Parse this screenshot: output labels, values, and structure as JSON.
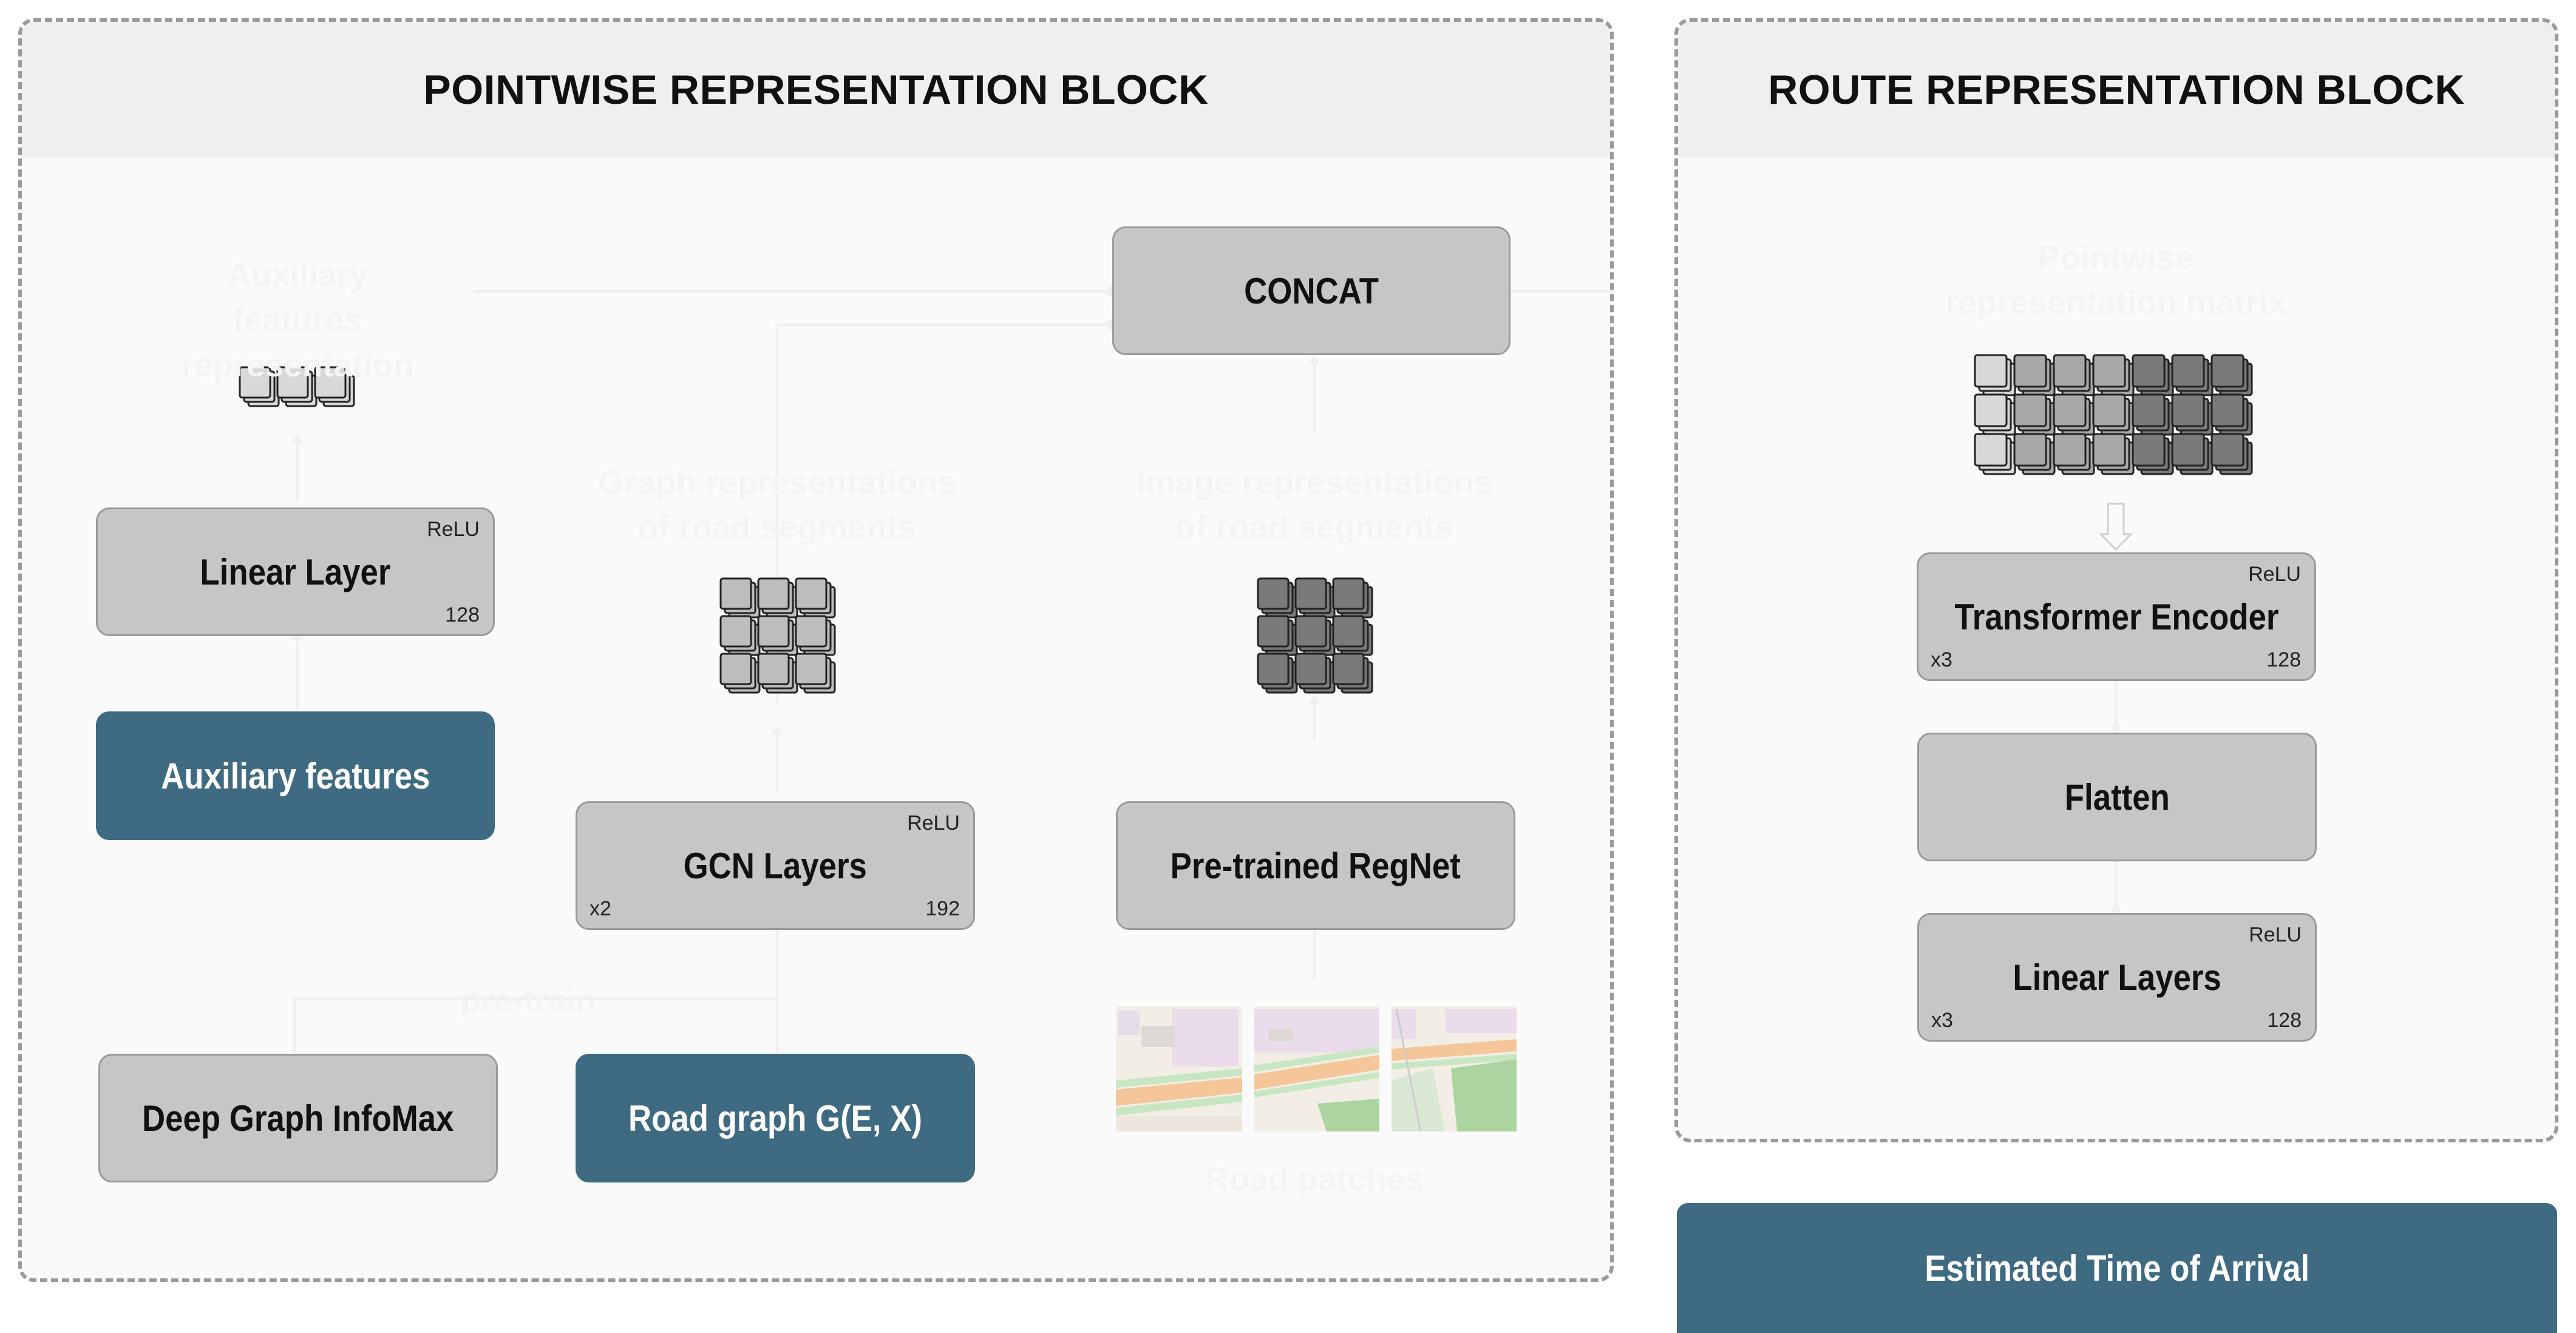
{
  "pointwise_block": {
    "title": "POINTWISE REPRESENTATION BLOCK",
    "aux_repr_label": "Auxiliary features representation",
    "graph_repr_label": "Graph representations of road segments",
    "image_repr_label": "Image representations of road segments",
    "pretrain_label": "pre-train",
    "road_patches_label": "Road patches",
    "concat": "CONCAT",
    "linear_layer": {
      "label": "Linear Layer",
      "activation": "ReLU",
      "units": "128"
    },
    "auxiliary_features": "Auxiliary features",
    "gcn_layers": {
      "label": "GCN Layers",
      "activation": "ReLU",
      "repeat": "x2",
      "units": "192"
    },
    "regnet": "Pre-trained RegNet",
    "dgi": "Deep Graph InfoMax",
    "road_graph": "Road graph G(E, X)"
  },
  "route_block": {
    "title": "ROUTE REPRESENTATION BLOCK",
    "matrix_label": "Pointwise representation matrix",
    "transformer": {
      "label": "Transformer Encoder",
      "activation": "ReLU",
      "repeat": "x3",
      "units": "128"
    },
    "flatten": "Flatten",
    "linear_layers": {
      "label": "Linear Layers",
      "activation": "ReLU",
      "repeat": "x3",
      "units": "128"
    }
  },
  "output": "Estimated Time of Arrival",
  "colors": {
    "teal": "#3e6b82",
    "grey_box": "#c6c6c6",
    "header": "#eef0ef",
    "tile_light": "#d8d8d8",
    "tile_mid": "#bdbdbd",
    "tile_mid2": "#a8a8a8",
    "tile_dark": "#7a7a7a"
  }
}
